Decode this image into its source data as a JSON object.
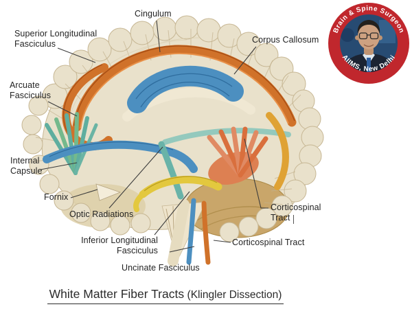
{
  "title": {
    "main": "White Matter Fiber Tracts",
    "sub": "(Klingler Dissection)"
  },
  "figure": {
    "description": "Lateral dissection of brain showing white matter fiber tracts"
  },
  "labels": {
    "cingulum": "Cingulum",
    "superior_longitudinal_fasciculus": "Superior Longitudinal\nFasciculus",
    "corpus_callosum": "Corpus Callosum",
    "arcuate_fasciculus": "Arcuate\nFasciculus",
    "internal_capsule": "Internal\nCapsule",
    "fornix": "Fornix",
    "optic_radiations": "Optic Radiations",
    "inferior_longitudinal_fasciculus": "Inferior Longitudinal\nFasciculus",
    "uncinate_fasciculus": "Uncinate Fasciculus",
    "corticospinal_tract_upper": "Corticospinal\nTract",
    "corticospinal_tract_lower": "Corticospinal Tract"
  },
  "badge": {
    "arc_top": "Brain & Spine Surgeon",
    "arc_bottom": "AIIMS, New Delhi",
    "ring_color": "#c0272d",
    "text_color": "#ffffff"
  },
  "colors": {
    "cortex_cream": "#e9e1cb",
    "cortex_outline": "#c6b693",
    "cingulum_orange": "#d0722a",
    "corpus_callosum_blue": "#4c8fc0",
    "internal_capsule_teal": "#5fae9f",
    "corticospinal_salmon": "#dd8052",
    "uncinate_yellow": "#e3c83e",
    "temporal_tan": "#c9a66a",
    "golden_band": "#dfa234",
    "leader_line": "#3c3c3c",
    "title_text": "#2b2b2b"
  }
}
